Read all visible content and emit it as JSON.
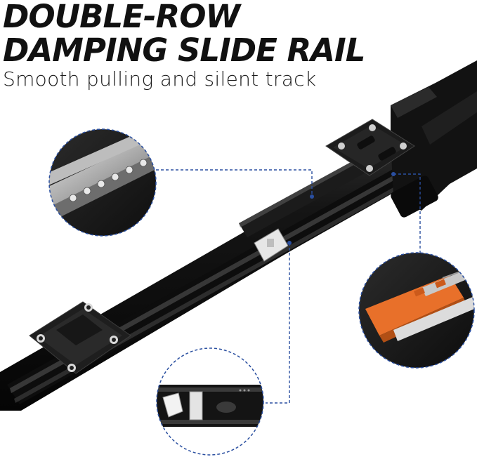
{
  "headline": {
    "line1": "DOUBLE-ROW",
    "line2": "DAMPING SLIDE RAIL"
  },
  "subheadline": "Smooth pulling and silent track",
  "colors": {
    "rail": "#151515",
    "callout_border": "#2a4fa0",
    "damper_orange": "#e8702a"
  },
  "illustrations": {
    "main": "black-slide-rail-with-mounting-brackets",
    "callout_top_left": "ball-bearing-closeup-icon",
    "callout_right": "orange-damper-closeup-icon",
    "callout_bottom": "latch-clip-closeup-icon"
  }
}
